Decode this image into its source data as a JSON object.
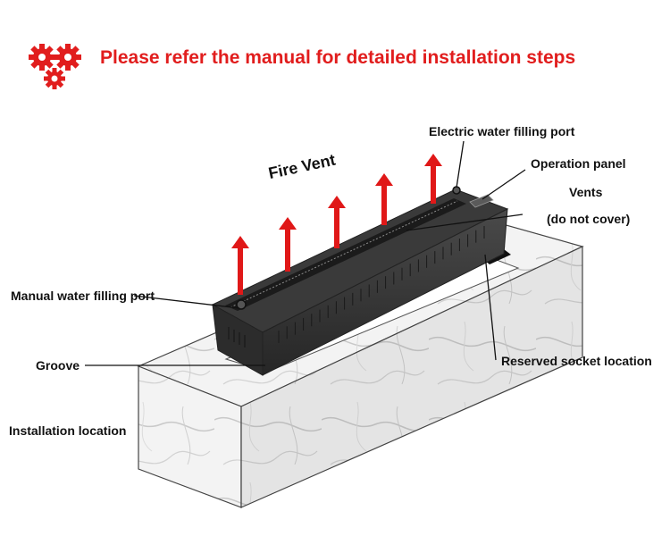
{
  "header": {
    "title": "Please refer the manual for detailed installation steps",
    "icon": "gears-icon",
    "accent_color": "#e11d1d"
  },
  "diagram": {
    "fire_vent_label": "Fire Vent",
    "callouts": {
      "electric_port": "Electric water filling port",
      "operation_panel": "Operation panel",
      "vents": "Vents",
      "do_not_cover": "(do not cover)",
      "manual_port": "Manual water filling port",
      "groove": "Groove",
      "installation_location": "Installation location",
      "reserved_socket": "Reserved socket location"
    },
    "arrow_color": "#e01818"
  }
}
